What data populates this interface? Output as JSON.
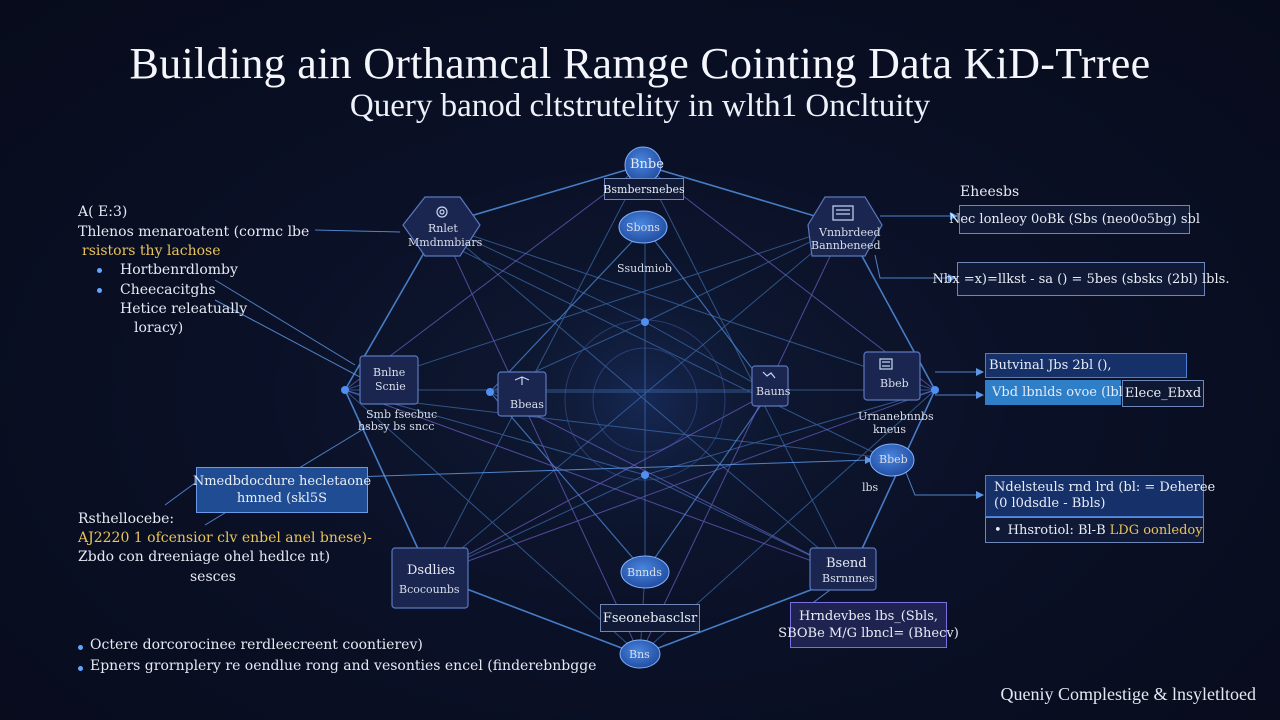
{
  "header": {
    "title": "Building ain Orthamcal Ramge Cointing Data KiD-Trree",
    "subtitle": "Query banod cltstrutelity in wlth1 Oncltuity"
  },
  "nodes": {
    "top_circle": "Bnbe",
    "top_box": "Bsmbersnebes",
    "second_circle": "Sbons",
    "second_caption": "Ssudmiob",
    "left_upper_title": "Rnlet",
    "left_upper_sub": "Mmdnmbiars",
    "right_upper_title": "Vnnbrdeed",
    "right_upper_sub": "Bannbeneed",
    "left_mid_title": "Bnlne",
    "left_mid_sub": "Scnie",
    "left_mid_caption_1": "Smb fsecbuc",
    "left_mid_caption_2": "hsbsy bs sncc",
    "inner_left_label": "Bbeas",
    "inner_right_label": "Bauns",
    "right_mid_label": "Bbeb",
    "right_mid_caption_1": "Urnanebnnbs",
    "right_mid_caption_2": "kneus",
    "right_lower_circle": "Bbeb",
    "right_lower_caption": "lbs",
    "bottom_left_title": "Dsdlies",
    "bottom_left_sub": "Bcocounbs",
    "bottom_center_circle": "Bnnds",
    "bottom_center_box": "Fseonebasclsr",
    "bottom_circle": "Bns",
    "bottom_right_title": "Bsend",
    "bottom_right_sub": "Bsrnnnes"
  },
  "left_panel": {
    "heading": "A( E:3)",
    "line1": "Thlenos menaroatent (cormc lbe",
    "line2": "rsistors thy lachose",
    "items": [
      "Hortbenrdlomby",
      "Cheecacitghs"
    ],
    "sub1": "Hetice releatually",
    "sub2": "loracy)"
  },
  "left_box": {
    "line1": "Nmedbdocdure hecletaone",
    "line2": "hmned (skl5S"
  },
  "left_lower": {
    "line1": "Rsthellocebe:",
    "line2": "AJ2220 1 ofcensior clv enbel anel bnese)-",
    "line3": "Zbdo con dreeniage ohel hedlce nt)",
    "line4": "sesces"
  },
  "bottom_left_list": [
    "Octere dorcorocinee rerdleecreent coontierev)",
    "Epners grornplery re oendlue rong and vesonties encel (finderebnbgge"
  ],
  "right_panel": {
    "heading": "Eheesbs",
    "box1": "Nec lonleoy 0oBk (Sbs (neo0o5bg) sbl",
    "box2": "Nbx =x)=llkst - sa () = 5bes (sbsks (2bl) lbls.",
    "box3_line1": "Butvinal Jbs 2bl (),",
    "box3_line2a": "Vbd lbnlds ovoe (lbl,",
    "box3_line2b": "Elece_Ebxd",
    "box4_line1": "Ndelsteuls rnd lrd (bl: = Deheree",
    "box4_line2": "(0 l0dsdle - Bbls)",
    "box4_line3a": "Hhsrotiol: Bl-B",
    "box4_line3b": "LDG oonledoy"
  },
  "bottom_right_box": {
    "line1": "Hrndevbes lbs_(Sbls,",
    "line2": "SBOBe M/G lbncl= (Bhecv)"
  },
  "footer": "Queniy Complestige & lnsyletltoed",
  "colors": {
    "background": "#0a1026",
    "line_blue": "#4c88d6",
    "line_purple": "#7e6fe6",
    "node_fill": "#2b5fb8",
    "box_border": "#6f86b8",
    "highlight": "#2e7fc8",
    "accent_yellow": "#e8c45a"
  }
}
